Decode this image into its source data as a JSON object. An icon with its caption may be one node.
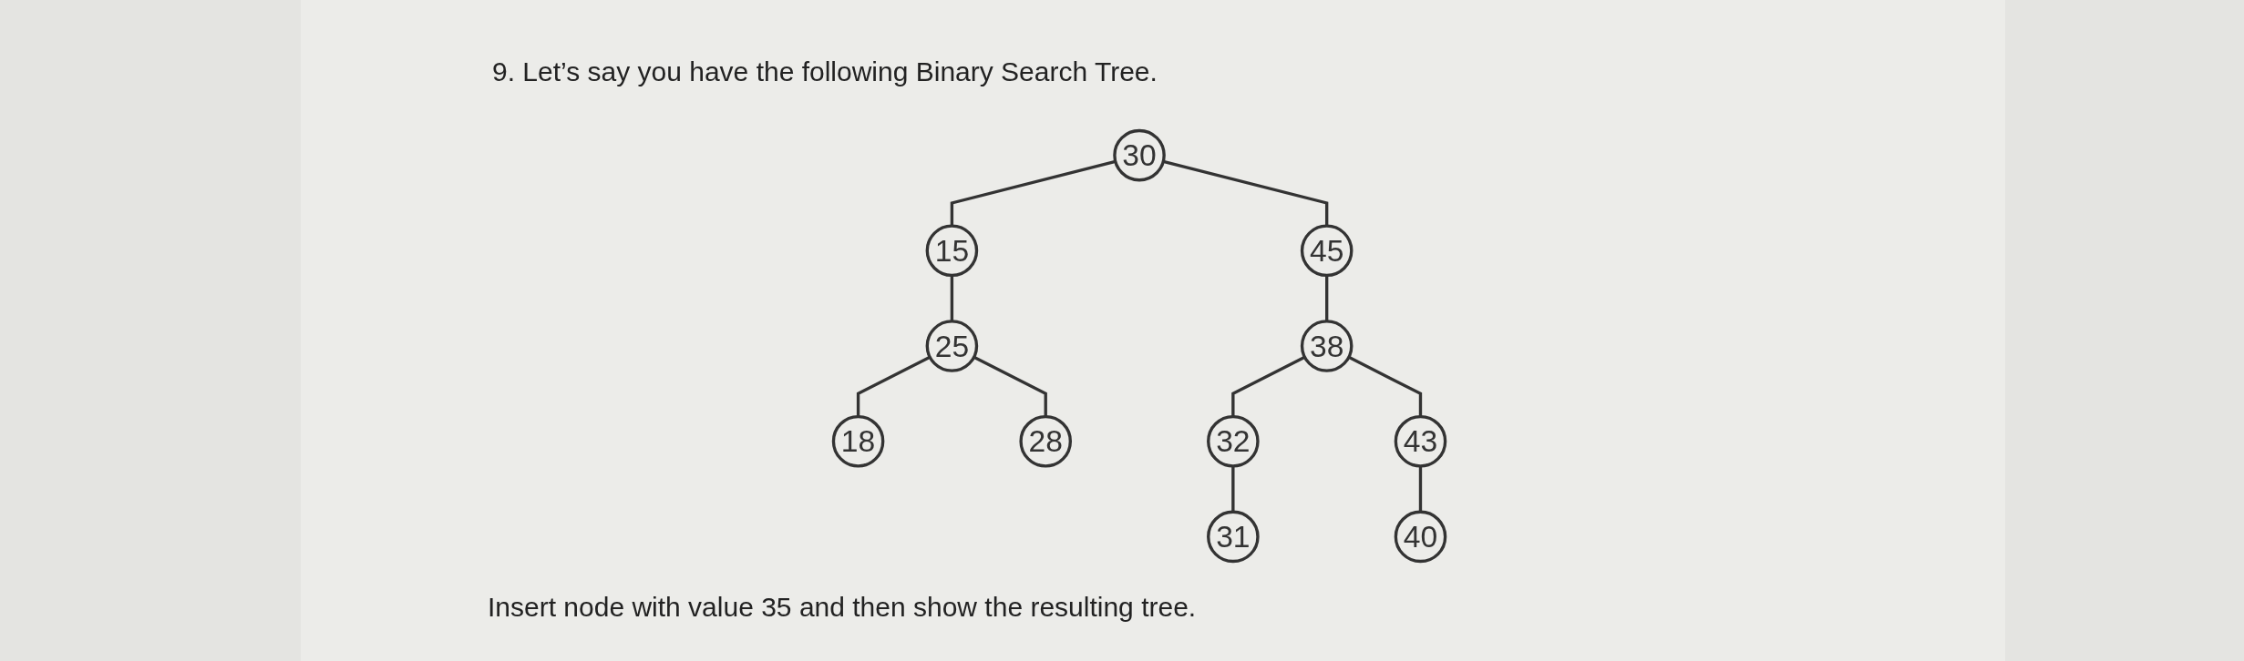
{
  "diagram": {
    "title": "9. Let’s say you have the following Binary Search Tree.",
    "caption": "Insert node with value 35 and then show the resulting tree.",
    "nodes": [
      {
        "text": [
          "30"
        ]
      },
      {
        "text": [
          "15"
        ]
      },
      {
        "text": [
          "45"
        ]
      },
      {
        "text": [
          "25"
        ]
      },
      {
        "text": [
          "38"
        ]
      },
      {
        "text": [
          "18"
        ]
      },
      {
        "text": [
          "28"
        ]
      },
      {
        "text": [
          "32"
        ]
      },
      {
        "text": [
          "43"
        ]
      },
      {
        "text": [
          "31"
        ]
      },
      {
        "text": [
          "40"
        ]
      }
    ],
    "edges": [
      {
        "from": 0,
        "to": 1,
        "arrow": "none"
      },
      {
        "from": 0,
        "to": 2,
        "arrow": "none"
      },
      {
        "from": 1,
        "to": 3,
        "arrow": "none"
      },
      {
        "from": 3,
        "to": 5,
        "arrow": "none"
      },
      {
        "from": 3,
        "to": 6,
        "arrow": "none"
      },
      {
        "from": 2,
        "to": 4,
        "arrow": "none"
      },
      {
        "from": 4,
        "to": 7,
        "arrow": "none"
      },
      {
        "from": 4,
        "to": 8,
        "arrow": "none"
      },
      {
        "from": 7,
        "to": 9,
        "arrow": "none"
      },
      {
        "from": 8,
        "to": 10,
        "arrow": "none"
      }
    ]
  }
}
